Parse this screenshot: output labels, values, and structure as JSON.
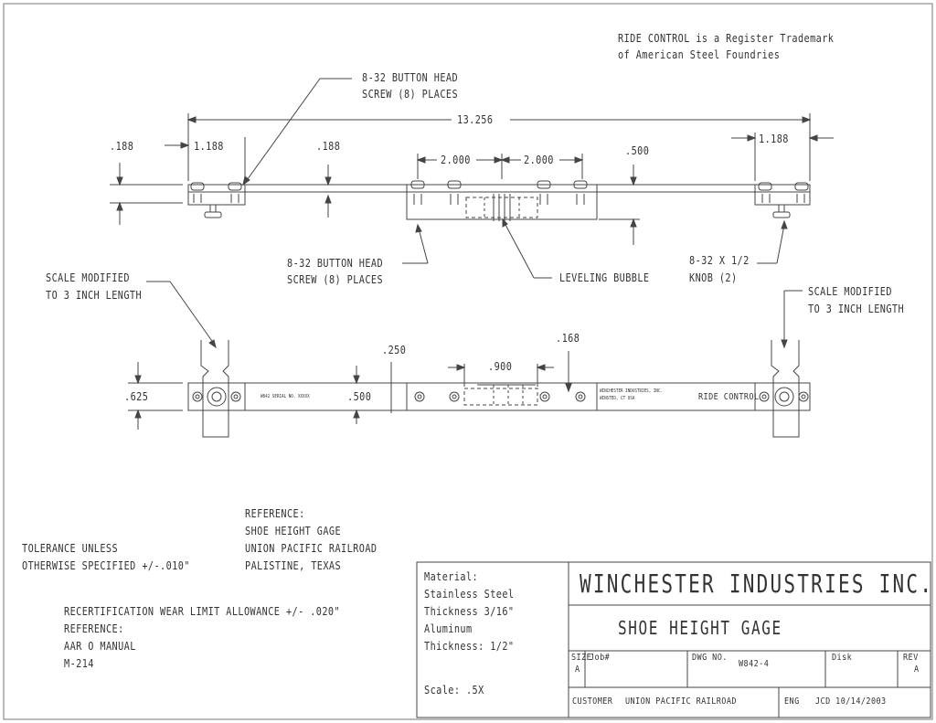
{
  "trademark_note": {
    "line1": "RIDE CONTROL is a Register Trademark",
    "line2": "of American Steel Foundries"
  },
  "callouts": {
    "top_screw_line1": "8-32 BUTTON HEAD",
    "top_screw_line2": "SCREW (8) PLACES",
    "bottom_screw_line1": "8-32 BUTTON HEAD",
    "bottom_screw_line2": "SCREW (8) PLACES",
    "leveling_bubble": "LEVELING BUBBLE",
    "knob_line1": "8-32 X 1/2",
    "knob_line2": "KNOB (2)",
    "scale_left_line1": "SCALE MODIFIED",
    "scale_left_line2": "TO 3 INCH LENGTH",
    "scale_right_line1": "SCALE MODIFIED",
    "scale_right_line2": "TO 3 INCH LENGTH"
  },
  "dimensions": {
    "overall_length": "13.256",
    "left_thickness": ".188",
    "left_offset": "1.188",
    "mid_thickness": ".188",
    "spacing_left": "2.000",
    "spacing_right": "2.000",
    "height_500_top": ".500",
    "right_offset": "1.188",
    "plan_height": ".625",
    "plan_width": ".500",
    "plan_250": ".250",
    "plan_900": ".900",
    "plan_168": ".168"
  },
  "plan_labels": {
    "serial": "W842  SERIAL NO. XXXXX",
    "maker_line1": "WINCHESTER INDUSTRIES, INC.",
    "maker_line2": "WINSTED, CT USA",
    "ride_control": "RIDE CONTROL"
  },
  "notes": {
    "reference_title": "REFERENCE:",
    "reference_line1": "SHOE HEIGHT GAGE",
    "reference_line2": "UNION PACIFIC RAILROAD",
    "reference_line3": "PALISTINE, TEXAS",
    "tolerance_line1": "TOLERANCE UNLESS",
    "tolerance_line2": "OTHERWISE SPECIFIED +/-.010\"",
    "recert_line1": "RECERTIFICATION WEAR LIMIT ALLOWANCE +/- .020\"",
    "recert_line2": "REFERENCE:",
    "recert_line3": "AAR O MANUAL",
    "recert_line4": "M-214"
  },
  "title_block": {
    "material_line1": "Material:",
    "material_line2": "Stainless Steel",
    "material_line3": "Thickness 3/16\"",
    "material_line4": "Aluminum",
    "material_line5": "Thickness: 1/2\"",
    "scale": "Scale: .5X",
    "company": "WINCHESTER INDUSTRIES INC.",
    "part_name": "SHOE HEIGHT GAGE",
    "size_label": "SIZE",
    "size_value": "A",
    "job_label": "Job#",
    "dwg_label": "DWG NO.",
    "dwg_value": "W842-4",
    "disk_label": "Disk",
    "rev_label": "REV",
    "rev_value": "A",
    "customer_label": "CUSTOMER",
    "customer_value": "UNION PACIFIC RAILROAD",
    "eng_label": "ENG",
    "eng_value": "JCD 10/14/2003"
  }
}
